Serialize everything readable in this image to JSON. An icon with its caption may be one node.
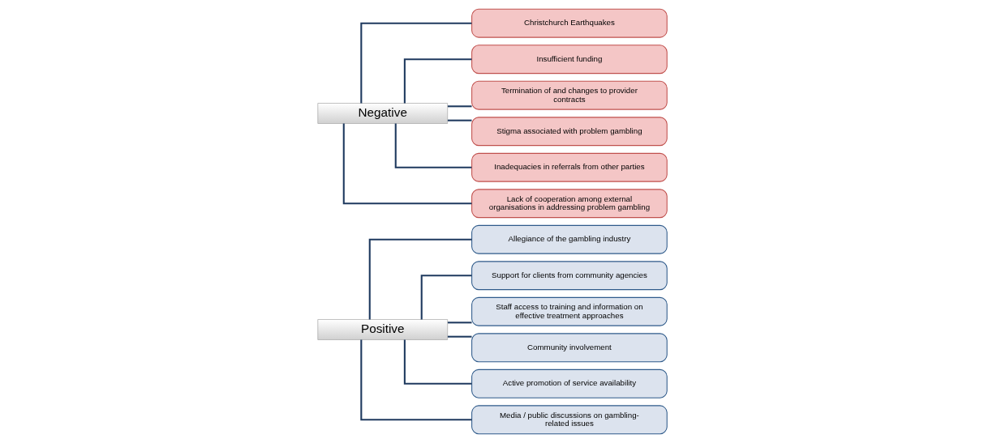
{
  "diagram": {
    "nodes": [
      {
        "text": [
          "Positive"
        ]
      },
      {
        "text": [
          "Allegiance of the gambling industry"
        ]
      },
      {
        "text": [
          "Support for clients from community agencies"
        ]
      },
      {
        "text": [
          "Staff access to training and information on effective treatment approaches"
        ]
      },
      {
        "text": [
          "Community involvement"
        ]
      },
      {
        "text": [
          "Active promotion of service availability"
        ]
      },
      {
        "text": [
          "Media / public discussions on gambling-related issues"
        ]
      },
      {
        "text": [
          "Negative"
        ]
      },
      {
        "text": [
          "Christchurch Earthquakes"
        ]
      },
      {
        "text": [
          "Insufficient funding"
        ]
      },
      {
        "text": [
          "Termination of and changes to provider contracts"
        ]
      },
      {
        "text": [
          "Stigma associated with problem gambling"
        ]
      },
      {
        "text": [
          "Inadequacies in referrals from other parties"
        ]
      },
      {
        "text": [
          "Lack of cooperation among external organisations in addressing problem gambling"
        ]
      }
    ],
    "edges": [
      {
        "from": 0,
        "to": 1,
        "arrow": "none"
      },
      {
        "from": 0,
        "to": 2,
        "arrow": "none"
      },
      {
        "from": 0,
        "to": 3,
        "arrow": "none"
      },
      {
        "from": 0,
        "to": 4,
        "arrow": "none"
      },
      {
        "from": 0,
        "to": 5,
        "arrow": "none"
      },
      {
        "from": 0,
        "to": 6,
        "arrow": "none"
      },
      {
        "from": 7,
        "to": 8,
        "arrow": "none"
      },
      {
        "from": 7,
        "to": 9,
        "arrow": "none"
      },
      {
        "from": 7,
        "to": 10,
        "arrow": "none"
      },
      {
        "from": 7,
        "to": 11,
        "arrow": "none"
      },
      {
        "from": 7,
        "to": 12,
        "arrow": "none"
      },
      {
        "from": 7,
        "to": 13,
        "arrow": "none"
      }
    ]
  }
}
